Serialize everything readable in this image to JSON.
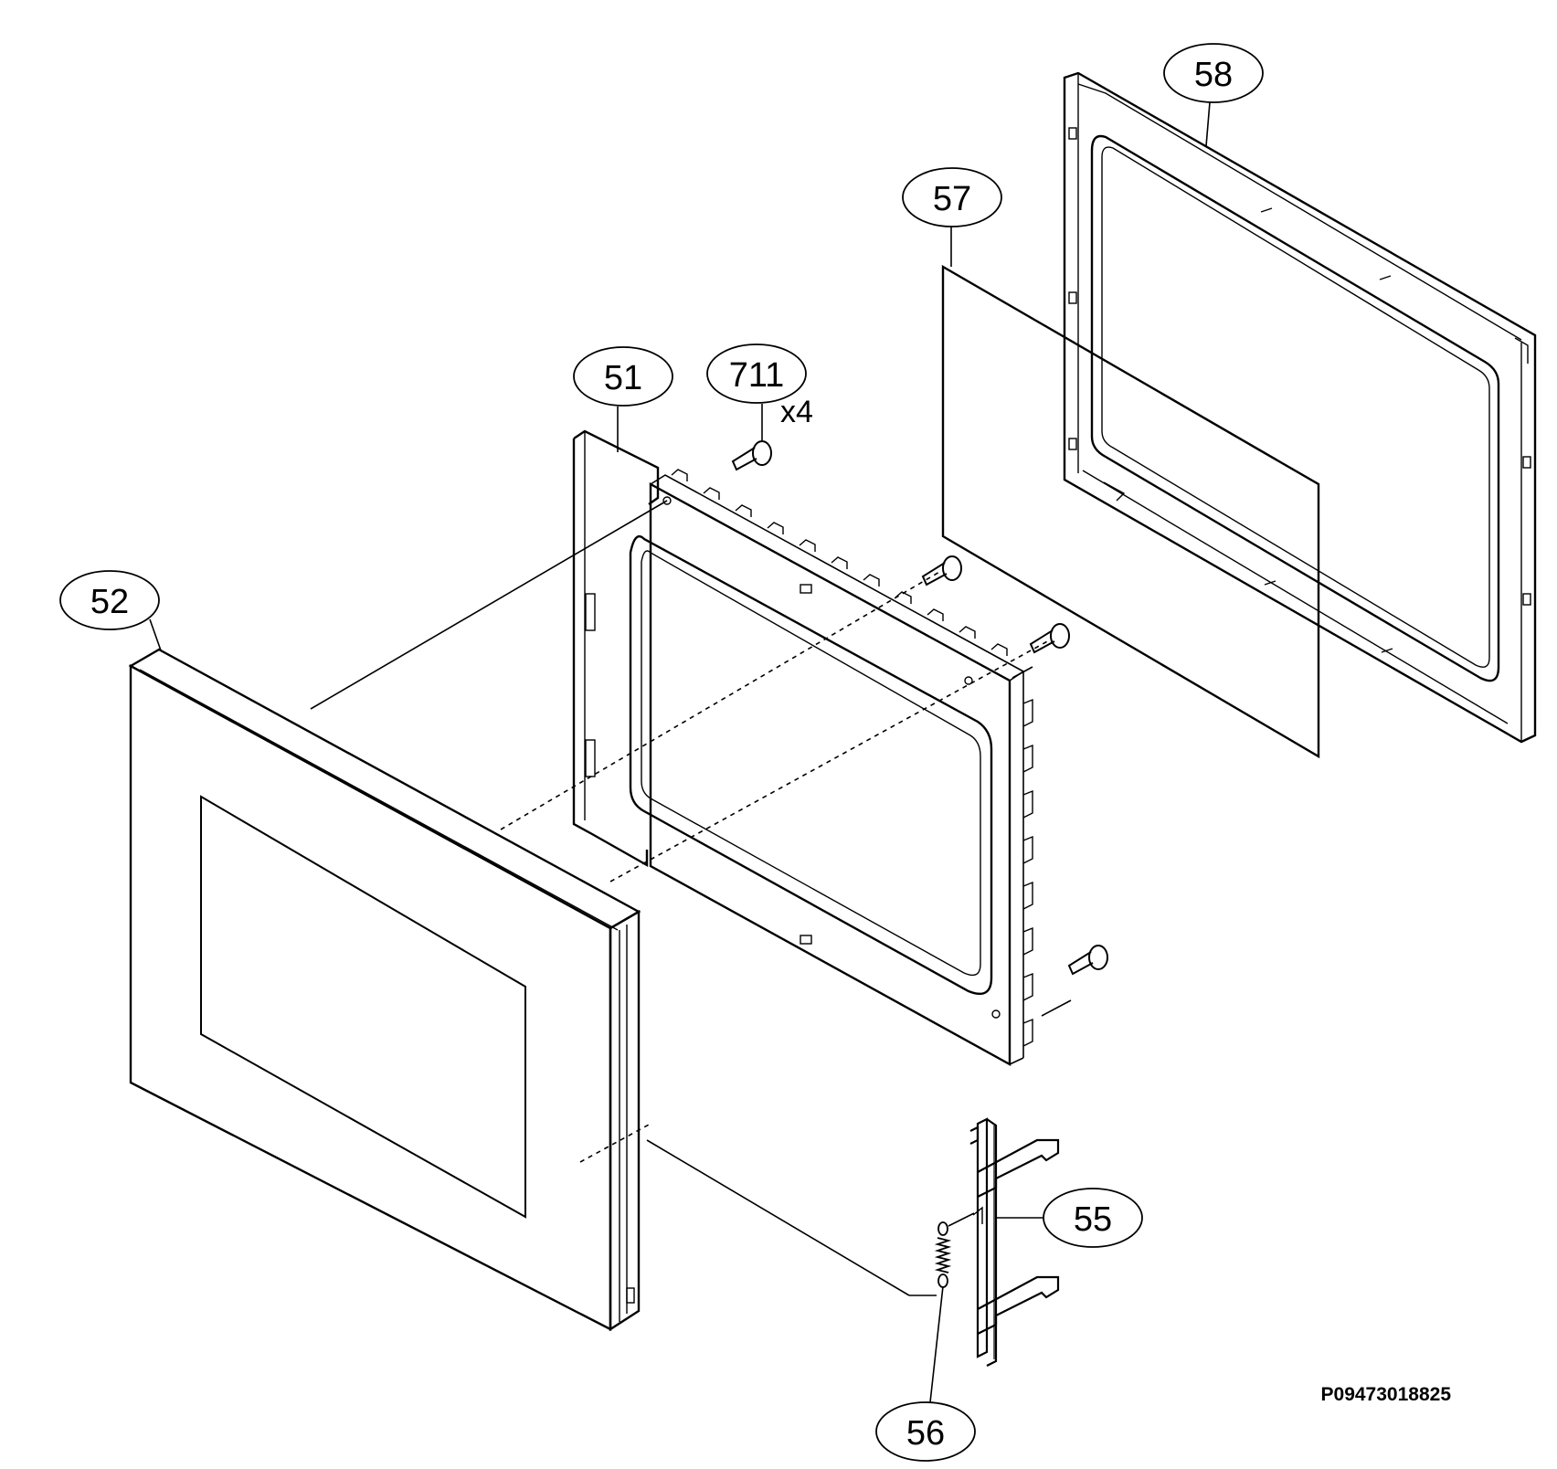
{
  "callouts": {
    "c51": "51",
    "c52": "52",
    "c55": "55",
    "c56": "56",
    "c57": "57",
    "c58": "58",
    "c711": "711"
  },
  "quantity_711": "x4",
  "drawing_code": "P09473018825"
}
